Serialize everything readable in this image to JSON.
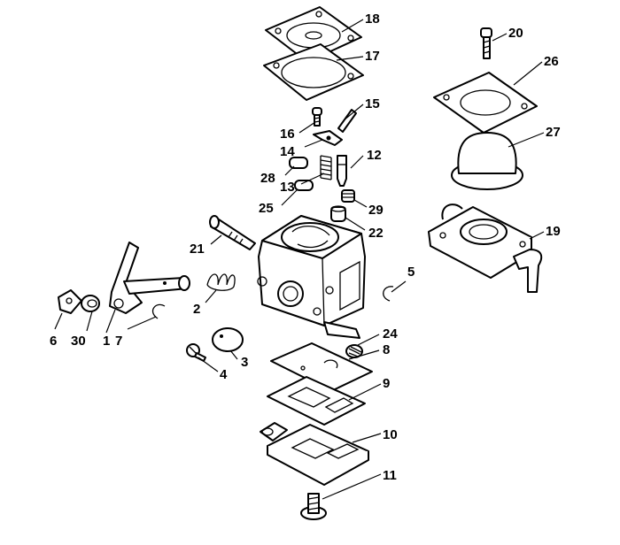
{
  "callouts": {
    "c1": "1",
    "c2": "2",
    "c3": "3",
    "c4": "4",
    "c5": "5",
    "c6": "6",
    "c7": "7",
    "c8": "8",
    "c9": "9",
    "c10": "10",
    "c11": "11",
    "c12": "12",
    "c13": "13",
    "c14": "14",
    "c15": "15",
    "c16": "16",
    "c17": "17",
    "c18": "18",
    "c19": "19",
    "c20": "20",
    "c21": "21",
    "c22": "22",
    "c24": "24",
    "c25": "25",
    "c26": "26",
    "c27": "27",
    "c28": "28",
    "c29": "29",
    "c30": "30"
  }
}
